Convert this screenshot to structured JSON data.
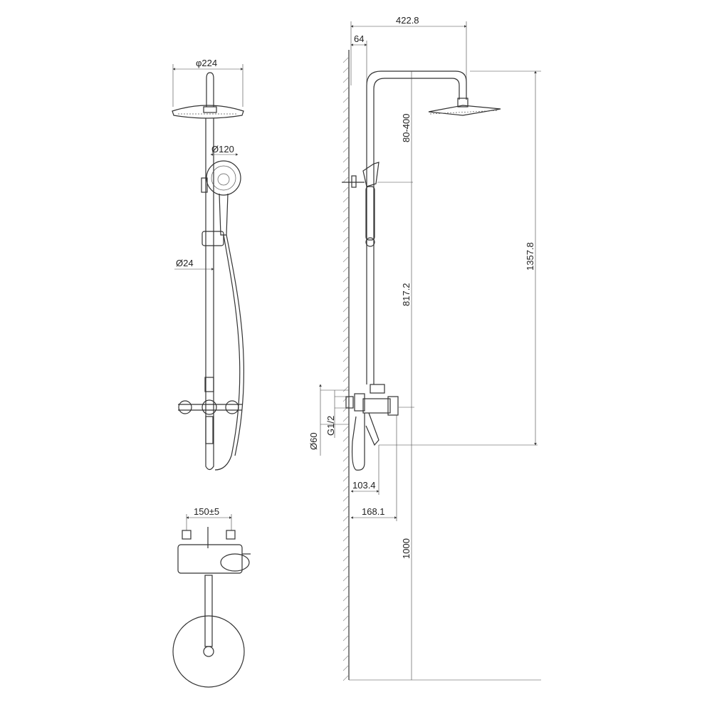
{
  "front_view": {
    "rain_head_diameter": "φ224",
    "hand_shower_diameter": "Ø120",
    "riser_diameter": "Ø24"
  },
  "top_view": {
    "inlet_spacing": "150±5"
  },
  "side_view": {
    "arm_reach": "422.8",
    "wall_offset": "64",
    "adjustable_height": "80-400",
    "riser_height": "817.2",
    "overall_height": "1357.8",
    "escutcheon_diameter": "Ø60",
    "thread": "G1/2",
    "spout_depth": "103.4",
    "mixer_depth": "168.1",
    "install_height": "1000"
  }
}
